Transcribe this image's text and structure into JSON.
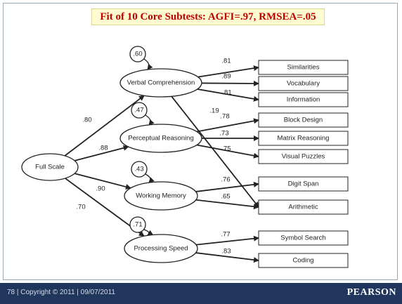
{
  "title": "Fit of 10 Core Subtests: AGFI=.97, RMSEA=.05",
  "general_factor": "Full Scale",
  "factors": [
    {
      "id": "vc",
      "label": "Verbal Comprehension",
      "loading": ".80",
      "residual": ".60"
    },
    {
      "id": "pr",
      "label": "Perceptual Reasoning",
      "loading": ".88",
      "residual": ".47"
    },
    {
      "id": "wm",
      "label": "Working Memory",
      "loading": ".90",
      "residual": ".43"
    },
    {
      "id": "ps",
      "label": "Processing Speed",
      "loading": ".70",
      "residual": ".71"
    }
  ],
  "subtests": [
    {
      "id": "si",
      "label": "Similarities"
    },
    {
      "id": "vo",
      "label": "Vocabulary"
    },
    {
      "id": "in",
      "label": "Information"
    },
    {
      "id": "bd",
      "label": "Block Design"
    },
    {
      "id": "mr",
      "label": "Matrix Reasoning"
    },
    {
      "id": "vp",
      "label": "Visual Puzzles"
    },
    {
      "id": "ds",
      "label": "Digit Span"
    },
    {
      "id": "ar",
      "label": "Arithmetic"
    },
    {
      "id": "ss",
      "label": "Symbol Search"
    },
    {
      "id": "cd",
      "label": "Coding"
    }
  ],
  "paths": [
    {
      "from": "vc",
      "to": "si",
      "coef": ".81"
    },
    {
      "from": "vc",
      "to": "vo",
      "coef": ".89"
    },
    {
      "from": "vc",
      "to": "in",
      "coef": ".81"
    },
    {
      "from": "vc",
      "to": "ar",
      "coef": ".19"
    },
    {
      "from": "pr",
      "to": "bd",
      "coef": ".78"
    },
    {
      "from": "pr",
      "to": "mr",
      "coef": ".73"
    },
    {
      "from": "pr",
      "to": "vp",
      "coef": ".75"
    },
    {
      "from": "wm",
      "to": "ds",
      "coef": ".76"
    },
    {
      "from": "wm",
      "to": "ar",
      "coef": ".65"
    },
    {
      "from": "ps",
      "to": "ss",
      "coef": ".77"
    },
    {
      "from": "ps",
      "to": "cd",
      "coef": ".83"
    }
  ],
  "footer": {
    "text": "78 | Copyright © 2011 | 09/07/2011",
    "brand": "PEARSON"
  }
}
